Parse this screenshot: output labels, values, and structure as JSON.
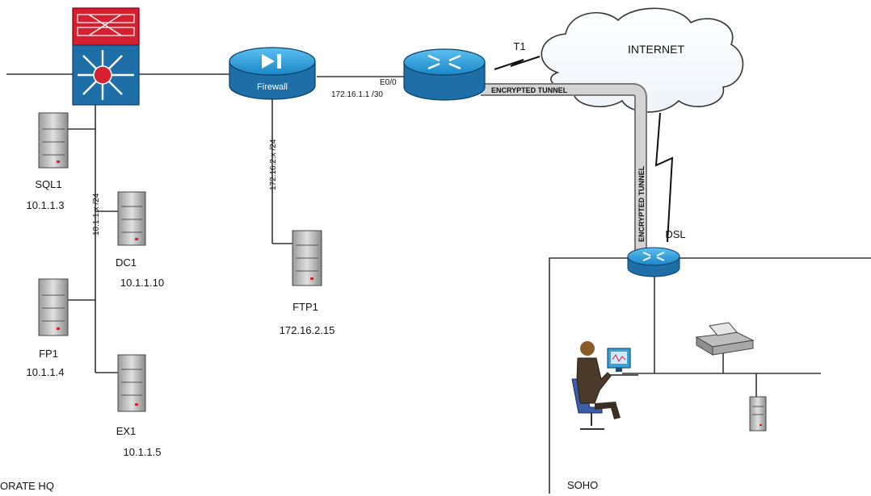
{
  "diagram": {
    "regions": {
      "hq": "ORATE HQ",
      "soho": "SOHO",
      "internet": "INTERNET"
    },
    "devices": {
      "firewall": "Firewall",
      "sql1": {
        "name": "SQL1",
        "ip": "10.1.1.3"
      },
      "dc1": {
        "name": "DC1",
        "ip": "10.1.1.10"
      },
      "fp1": {
        "name": "FP1",
        "ip": "10.1.1.4"
      },
      "ex1": {
        "name": "EX1",
        "ip": "10.1.1.5"
      },
      "ftp1": {
        "name": "FTP1",
        "ip": "172.16.2.15"
      }
    },
    "links": {
      "lan_subnet": "10.1.1.x /24",
      "dmz_subnet": "172.16.2.x /24",
      "router_iface": "E0/0",
      "router_ip": "172.16.1.1 /30",
      "wan_link": "T1",
      "dsl_link": "DSL",
      "tunnel_h": "ENCRYPTED TUNNEL",
      "tunnel_v": "ENCRYPTED TUNNEL"
    },
    "colors": {
      "device_blue": "#1e6fa8",
      "device_light": "#3aa0d8",
      "switch_red": "#d42030",
      "line": "#333333",
      "tunnel": "#c8c8c8"
    }
  }
}
